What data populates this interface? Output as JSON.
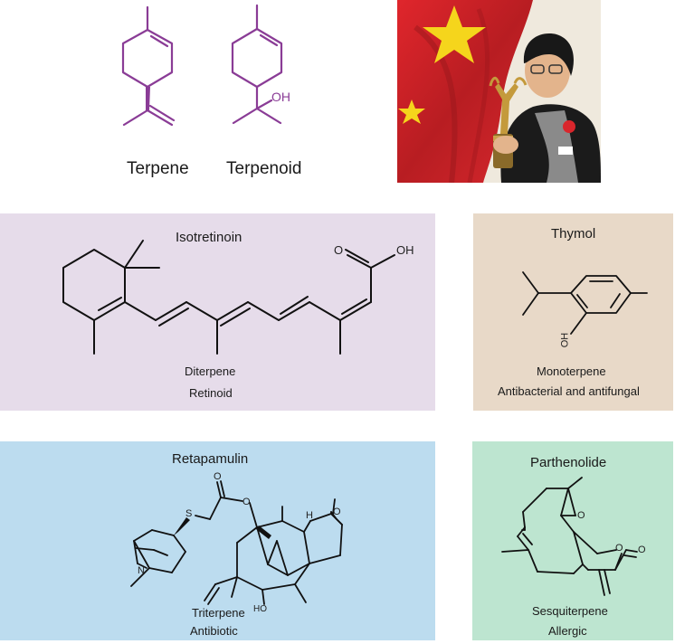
{
  "colors": {
    "isotretinoin_bg": "#e6dcea",
    "thymol_bg": "#e8d9c8",
    "retapamulin_bg": "#bcdcef",
    "parthenolide_bg": "#bde5d0",
    "purple_structure": "#8a3c96",
    "flag_red": "#d4252b",
    "flag_star": "#f5d51c"
  },
  "top": {
    "terpene_label": "Terpene",
    "terpenoid_label": "Terpenoid",
    "terpenoid_atom": "OH"
  },
  "photo": {
    "icons": [
      "flag-icon",
      "star-icon",
      "trophy-icon",
      "person"
    ]
  },
  "isotretinoin": {
    "title": "Isotretinoin",
    "class": "Diterpene",
    "subclass": "Retinoid",
    "atom_o": "O",
    "atom_oh": "OH"
  },
  "thymol": {
    "title": "Thymol",
    "class": "Monoterpene",
    "activity": "Antibacterial and antifungal",
    "atom_oh": "OH"
  },
  "retapamulin": {
    "title": "Retapamulin",
    "class": "Triterpene",
    "activity": "Antibiotic",
    "atom_s": "S",
    "atom_n": "N",
    "atom_o1": "O",
    "atom_o2": "O",
    "atom_o3": "O",
    "atom_h": "H",
    "atom_ho": "HO"
  },
  "parthenolide": {
    "title": "Parthenolide",
    "class": "Sesquiterpene",
    "activity": "Allergic",
    "atom_o_epox": "O",
    "atom_o_ring": "O",
    "atom_o_carb": "O"
  }
}
